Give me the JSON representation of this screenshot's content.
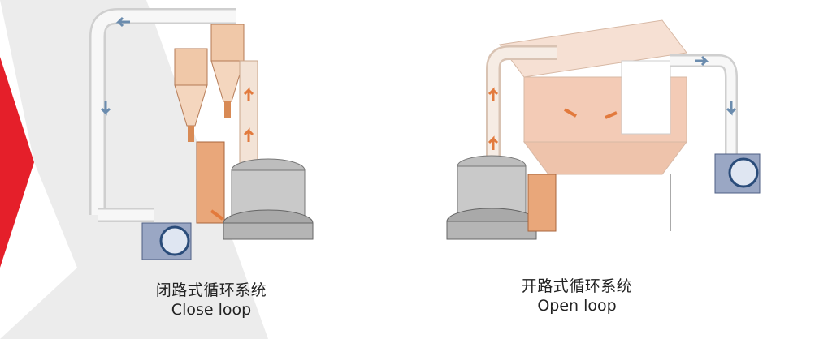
{
  "captions": {
    "close_loop_zh": "闭路式循环系统",
    "close_loop_en": "Close loop",
    "open_loop_zh": "开路式循环系统",
    "open_loop_en": "Open loop"
  },
  "colors": {
    "accent_red": "#e51f2a",
    "accent_grey": "#e6e6e6",
    "flow_orange": "#e27a3d",
    "flow_blue": "#6b8cae",
    "machine_grey": "#9a9a9a",
    "dust_peach": "#f3cbb6"
  }
}
